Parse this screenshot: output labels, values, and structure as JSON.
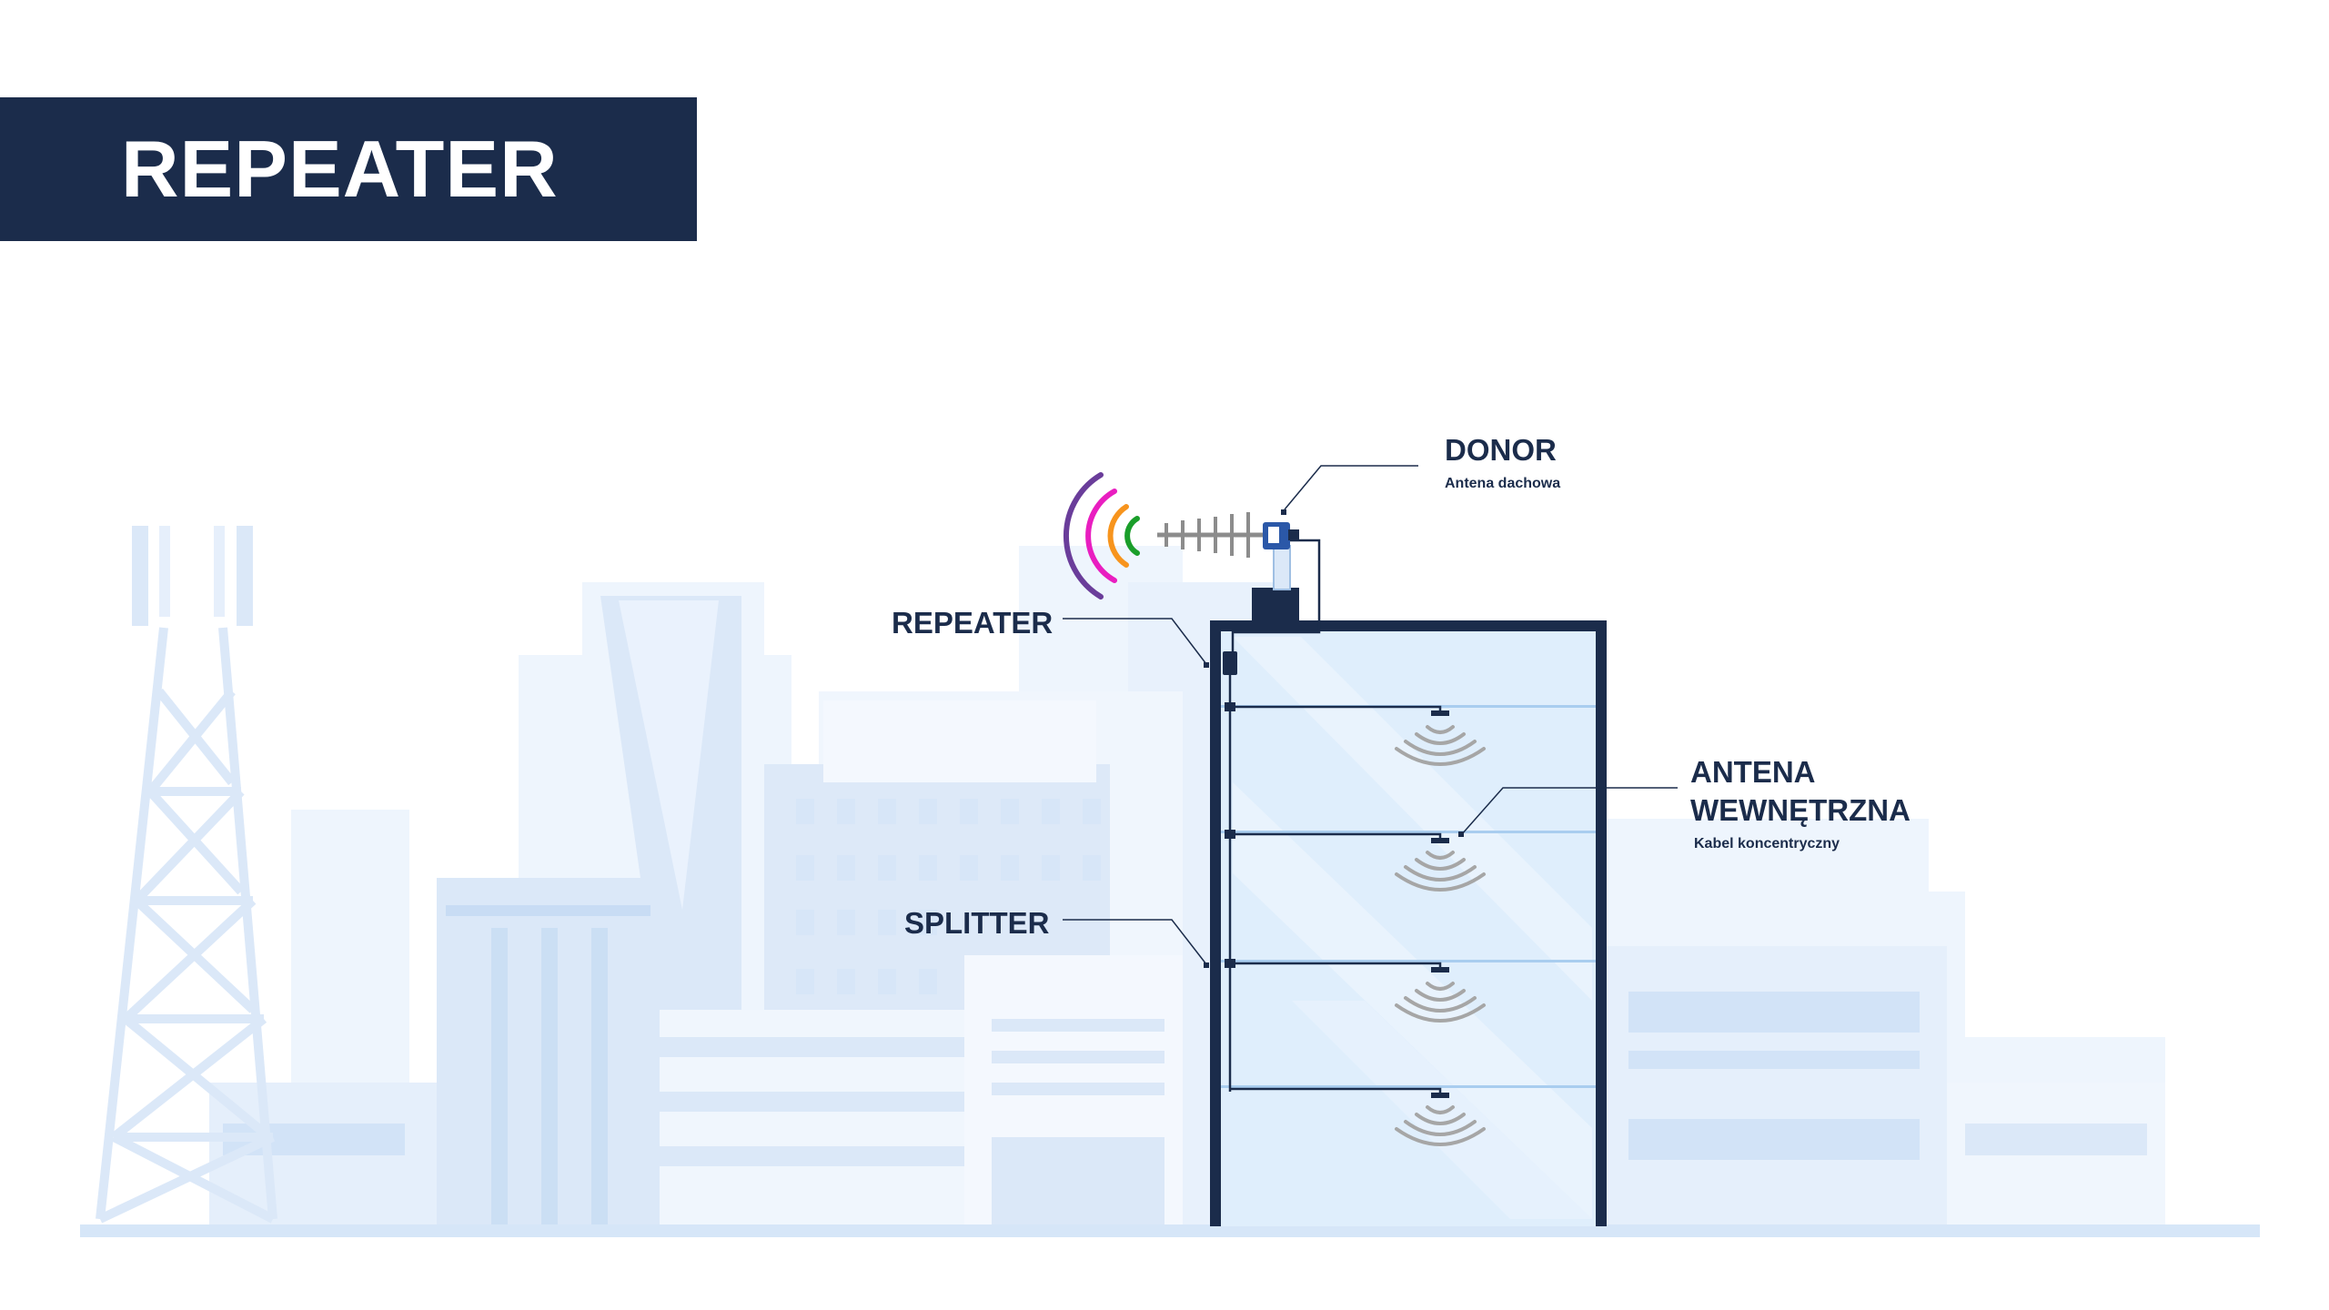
{
  "title": "REPEATER",
  "labels": {
    "donor": {
      "title": "DONOR",
      "subtitle": "Antena dachowa"
    },
    "repeater": {
      "title": "REPEATER"
    },
    "splitter": {
      "title": "SPLITTER"
    },
    "antenna": {
      "title_line1": "ANTENA",
      "title_line2": "WEWNĘTRZNA",
      "subtitle": "Kabel koncentryczny"
    }
  },
  "colors": {
    "navy": "#1b2c4b",
    "signal_arcs": [
      "#6a3d9a",
      "#e91ec0",
      "#f7941d",
      "#1a9e2a"
    ],
    "city": "#d6e6f8",
    "glass": "#d9eafb",
    "wave": "#a6a6a6"
  },
  "icons": [
    "signal-arcs-icon",
    "yagi-antenna-icon",
    "wifi-wave-icon"
  ]
}
